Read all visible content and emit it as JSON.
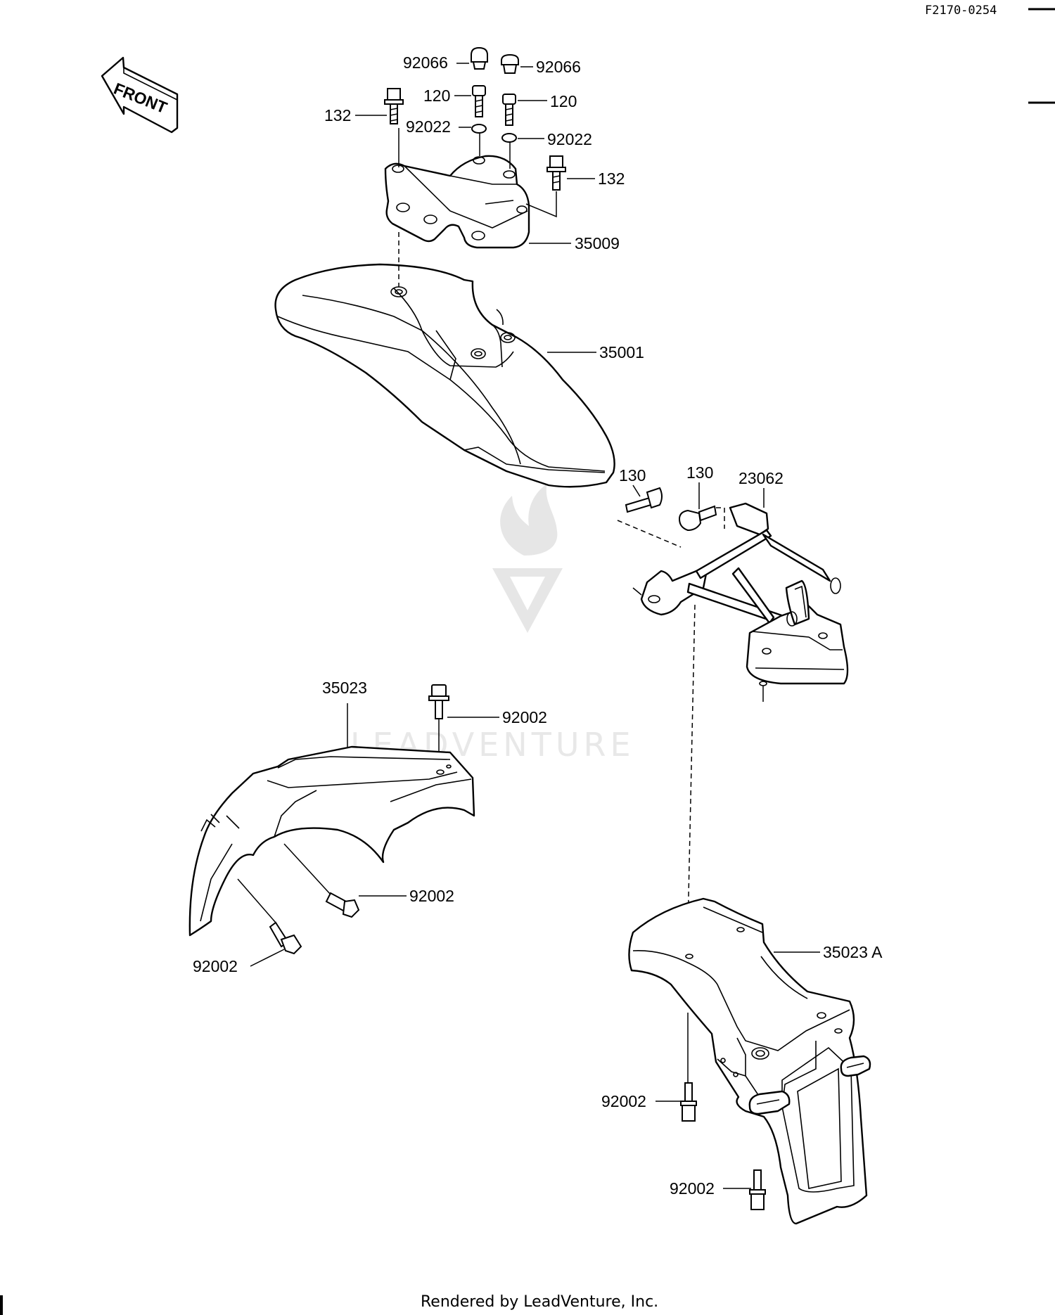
{
  "diagram_code": "F2170-0254",
  "front_arrow_label": "FRONT",
  "watermark": "LEADVENTURE",
  "footer": "Rendered by LeadVenture, Inc.",
  "callouts": {
    "c92066_left": "92066",
    "c92066_right": "92066",
    "c120_left": "120",
    "c120_right": "120",
    "c132_left": "132",
    "c132_right": "132",
    "c92022_left": "92022",
    "c92022_right": "92022",
    "c35009": "35009",
    "c35001": "35001",
    "c130_left": "130",
    "c130_right": "130",
    "c23062": "23062",
    "c35023": "35023",
    "c92002_top": "92002",
    "c92002_mid": "92002",
    "c92002_left": "92002",
    "c35023A": "35023 A",
    "c92002_lower": "92002",
    "c92002_bottom": "92002"
  }
}
